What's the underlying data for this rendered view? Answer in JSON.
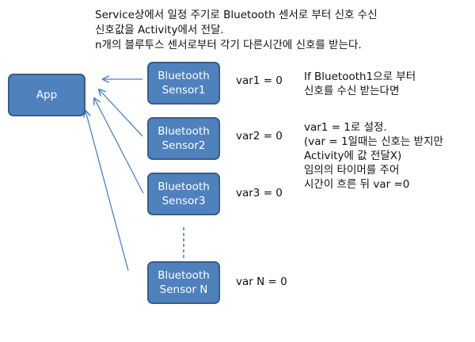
{
  "header": {
    "lines": [
      "Service상에서 일정 주기로 Bluetooth 센서로 부터 신호 수신",
      "신호값을 Activity에서 전달.",
      "n개의 블루투스 센서로부터 각기 다른시간에 신호를 받는다."
    ]
  },
  "app": {
    "label": "App"
  },
  "sensors": [
    {
      "line1": "Bluetooth",
      "line2": "Sensor1",
      "var": "var1 = 0"
    },
    {
      "line1": "Bluetooth",
      "line2": "Sensor2",
      "var": "var2 = 0"
    },
    {
      "line1": "Bluetooth",
      "line2": "Sensor3",
      "var": "var3 = 0"
    },
    {
      "line1": "Bluetooth",
      "line2": "Sensor N",
      "var": "var N = 0"
    }
  ],
  "notes": {
    "block1": [
      "If Bluetooth1으로 부터",
      "신호를 수신 받는다면"
    ],
    "block2": [
      "var1 = 1로 설정.",
      "(var = 1일때는 신호는 받지만",
      "Activity에 값 전달X)",
      "임의의 타이머를 주어",
      "시간이 흐른 뒤 var =0"
    ]
  },
  "colors": {
    "box_fill": "#4f81bd",
    "box_border": "#385d8a",
    "connector": "#4f81bd",
    "text": "#111111"
  }
}
